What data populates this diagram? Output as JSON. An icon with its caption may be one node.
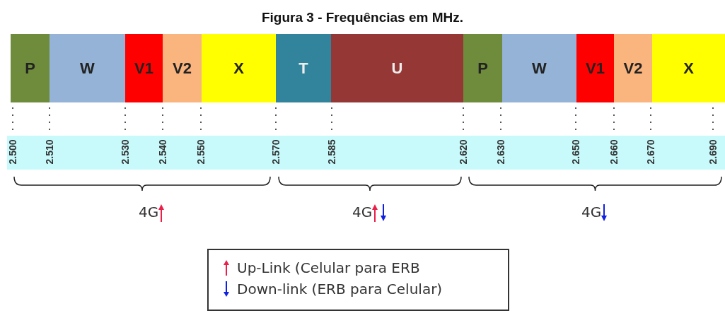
{
  "diagram": {
    "title": "Figura 3 - Frequências em MHz.",
    "nodes": [
      {
        "text": [
          "P"
        ]
      },
      {
        "text": [
          "W"
        ]
      },
      {
        "text": [
          "V1"
        ]
      },
      {
        "text": [
          "V2"
        ]
      },
      {
        "text": [
          "X"
        ]
      },
      {
        "text": [
          "T"
        ]
      },
      {
        "text": [
          "U"
        ]
      },
      {
        "text": [
          "P"
        ]
      },
      {
        "text": [
          "W"
        ]
      },
      {
        "text": [
          "V1"
        ]
      },
      {
        "text": [
          "V2"
        ]
      },
      {
        "text": [
          "X"
        ]
      }
    ],
    "edges": [],
    "labels": [
      "2.500",
      "2.510",
      "2.530",
      "2.540",
      "2.550",
      "2.570",
      "2.585",
      "2.620",
      "2.630",
      "2.650",
      "2.660",
      "2.670",
      "2.690",
      "4G",
      "4G",
      "4G"
    ],
    "legend": [
      {
        "text": "Up-Link (Celular para ERB"
      },
      {
        "text": "Down-link (ERB para Celular)"
      }
    ]
  }
}
